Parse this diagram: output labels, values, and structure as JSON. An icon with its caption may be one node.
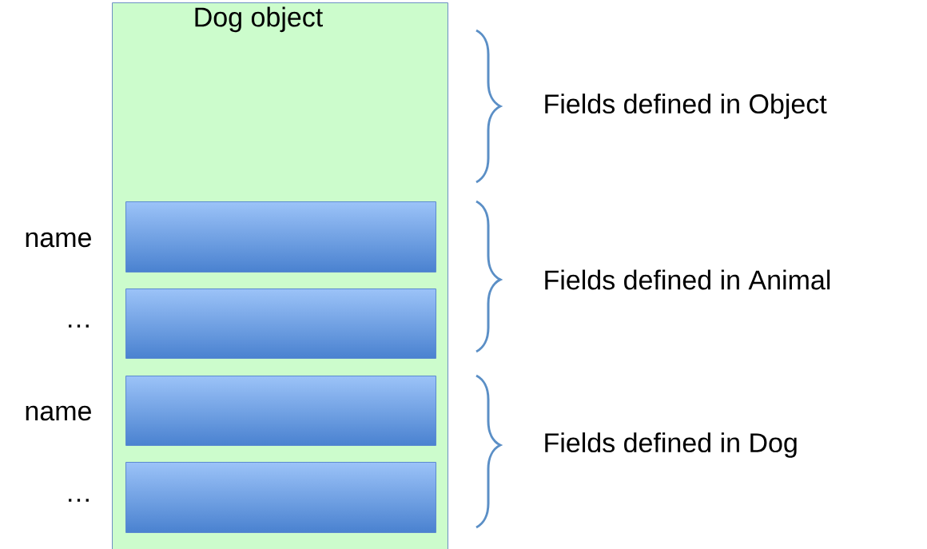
{
  "diagram": {
    "nodes": [
      {
        "text": [
          "Dog object"
        ]
      },
      {
        "text": [],
        "shape": "box",
        "in": 0,
        "beside": [
          "name"
        ]
      },
      {
        "text": [],
        "shape": "box",
        "in": 0,
        "beside": [
          "…"
        ]
      },
      {
        "text": [],
        "shape": "box",
        "in": 0,
        "beside": [
          "name"
        ]
      },
      {
        "text": [],
        "shape": "box",
        "in": 0,
        "beside": [
          "…"
        ]
      }
    ],
    "edges": [],
    "labels": [
      "Fields defined in Object",
      "Fields defined in Animal",
      "Fields defined in Dog"
    ]
  }
}
